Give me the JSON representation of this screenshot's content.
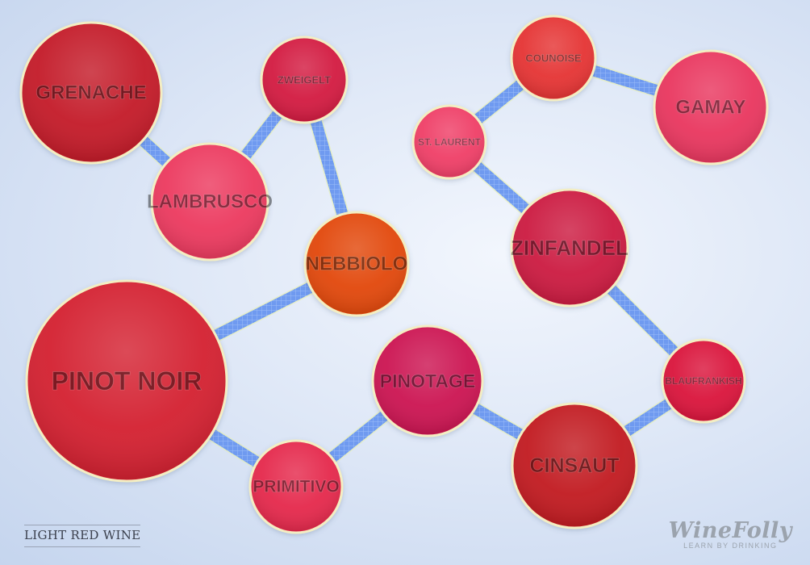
{
  "diagram": {
    "nodes": [
      {
        "id": "grenache",
        "label": "GRENACHE",
        "color": "#c41a2a"
      },
      {
        "id": "zweigelt",
        "label": "ZWEIGELT",
        "color": "#d31c43"
      },
      {
        "id": "lambrusco",
        "label": "LAMBRUSCO",
        "color": "#ec3a60"
      },
      {
        "id": "nebbiolo",
        "label": "NEBBIOLO",
        "color": "#e24a0a"
      },
      {
        "id": "pinot_noir",
        "label": "PINOT NOIR",
        "color": "#d42333"
      },
      {
        "id": "primitivo",
        "label": "PRIMITIVO",
        "color": "#e52a4e"
      },
      {
        "id": "pinotage",
        "label": "PINOTAGE",
        "color": "#cc1452"
      },
      {
        "id": "cinsaut",
        "label": "CINSAUT",
        "color": "#c21a20"
      },
      {
        "id": "blaufrankish",
        "label": "BLAUFRANKISH",
        "color": "#da163e"
      },
      {
        "id": "zinfandel",
        "label": "ZINFANDEL",
        "color": "#cc1a42"
      },
      {
        "id": "st_laurent",
        "label": "ST. LAURENT",
        "color": "#ef4068"
      },
      {
        "id": "counoise",
        "label": "COUNOISE",
        "color": "#e53436"
      },
      {
        "id": "gamay",
        "label": "GAMAY",
        "color": "#e93860"
      }
    ],
    "edges": [
      [
        "grenache",
        "lambrusco"
      ],
      [
        "lambrusco",
        "zweigelt"
      ],
      [
        "zweigelt",
        "nebbiolo"
      ],
      [
        "nebbiolo",
        "pinot_noir"
      ],
      [
        "pinot_noir",
        "primitivo"
      ],
      [
        "primitivo",
        "pinotage"
      ],
      [
        "pinotage",
        "cinsaut"
      ],
      [
        "cinsaut",
        "blaufrankish"
      ],
      [
        "blaufrankish",
        "zinfandel"
      ],
      [
        "zinfandel",
        "st_laurent"
      ],
      [
        "st_laurent",
        "counoise"
      ],
      [
        "counoise",
        "gamay"
      ]
    ]
  },
  "footer": {
    "label": "LIGHT RED WINE",
    "logo_text": "WineFolly",
    "logo_tagline": "LEARN BY DRINKING"
  },
  "colors": {
    "edge": "#6f9af0",
    "node_outline": "#f3eec3"
  }
}
